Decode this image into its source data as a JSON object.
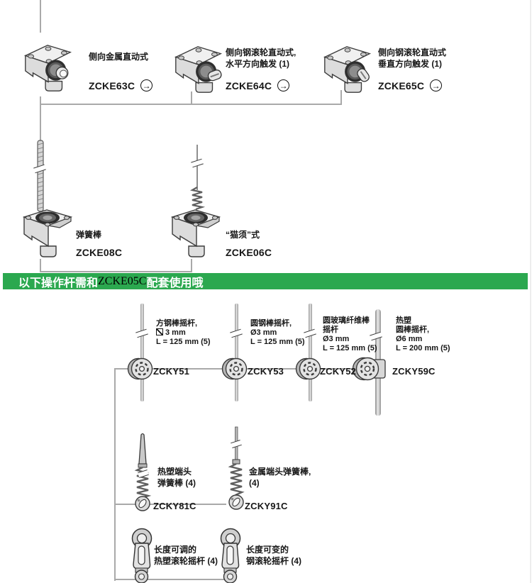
{
  "colors": {
    "banner_green": "#2BA84F",
    "line_gray": "#a9a9a9",
    "text_dark": "#161616",
    "code_black": "#000000"
  },
  "icons": {
    "arrow_glyph": "→",
    "square_section": "square-with-diagonal-slash",
    "break_mark": "double-slash-rod-break"
  },
  "banner": {
    "prefix": "以下操作杆需和",
    "code": "ZCKE05C",
    "suffix": "配套使用哦"
  },
  "top_row": {
    "items": [
      {
        "desc": [
          "侧向金属直动式"
        ],
        "code": "ZCKE63C"
      },
      {
        "desc": [
          "侧向钢滚轮直动式,",
          "水平方向触发 (1)"
        ],
        "code": "ZCKE64C"
      },
      {
        "desc": [
          "侧向钢滚轮直动式",
          "垂直方向触发 (1)"
        ],
        "code": "ZCKE65C"
      }
    ]
  },
  "mid_row": {
    "items": [
      {
        "desc": [
          "弹簧棒"
        ],
        "code": "ZCKE08C"
      },
      {
        "desc": [
          "“猫须”式"
        ],
        "code": "ZCKE06C"
      }
    ]
  },
  "rod_row": {
    "items": [
      {
        "spec": [
          "方钢棒摇杆,",
          "3 mm",
          "L = 125 mm (5)"
        ],
        "section": "square",
        "code": "ZCKY51"
      },
      {
        "spec": [
          "圆钢棒摇杆,",
          "Ø3 mm",
          "L = 125 mm (5)"
        ],
        "section": "round",
        "code": "ZCKY53"
      },
      {
        "spec": [
          "圆玻璃纤维棒",
          "摇杆",
          "Ø3 mm",
          "L = 125 mm (5)"
        ],
        "section": "round",
        "code": "ZCKY52"
      },
      {
        "spec": [
          "热塑",
          "圆棒摇杆,",
          "Ø6 mm",
          "L = 200 mm (5)"
        ],
        "section": "round",
        "code": "ZCKY59C"
      }
    ]
  },
  "spring_row": {
    "items": [
      {
        "desc": [
          "热塑端头",
          "弹簧棒 (4)"
        ],
        "code": "ZCKY81C"
      },
      {
        "desc": [
          "金属端头弹簧棒,",
          "(4)"
        ],
        "code": "ZCKY91C"
      }
    ]
  },
  "lever_row": {
    "items": [
      {
        "desc": [
          "长度可调的",
          "热塑滚轮摇杆 (4)"
        ]
      },
      {
        "desc": [
          "长度可变的",
          "钢滚轮摇杆 (4)"
        ]
      }
    ]
  }
}
